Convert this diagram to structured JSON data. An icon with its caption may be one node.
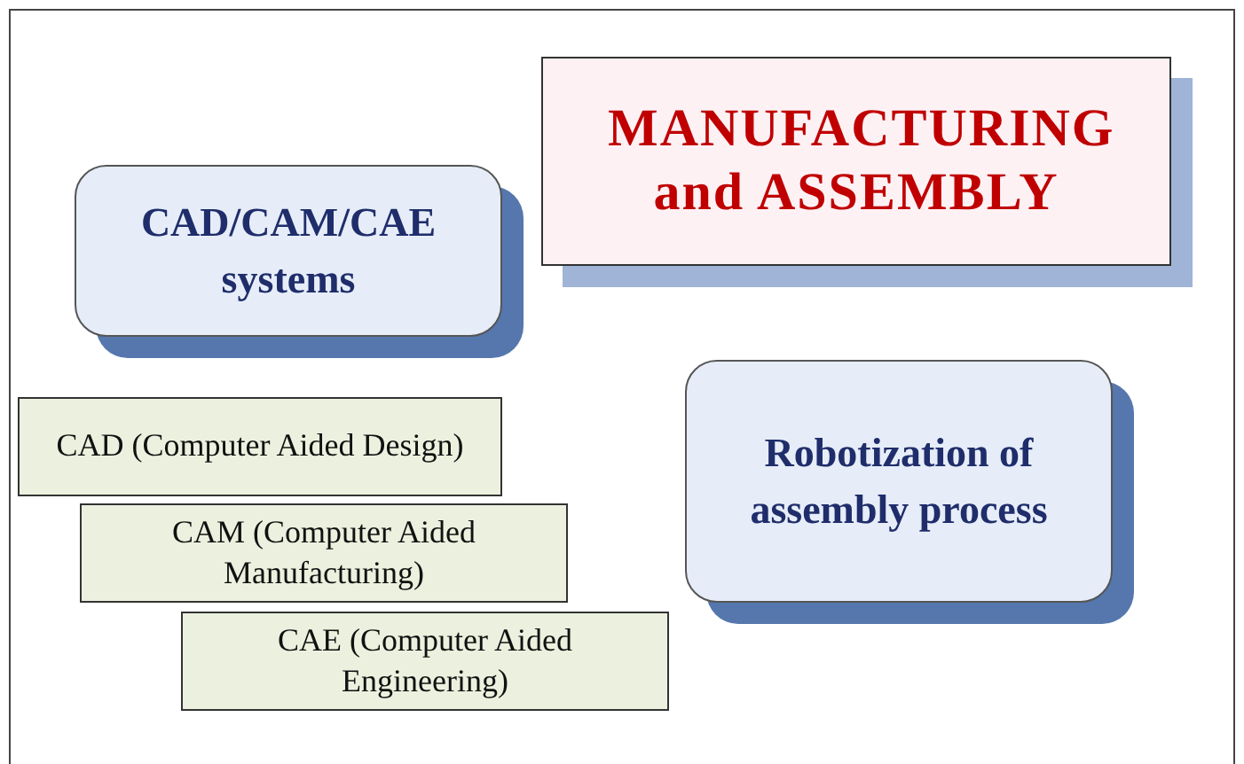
{
  "diagram": {
    "nodes": [
      {
        "text": [
          "MANUFACTURING and ASSEMBLY"
        ]
      },
      {
        "text": [
          "CAD/CAM/CAE systems"
        ]
      },
      {
        "text": [
          "CAD (Computer Aided Design)"
        ]
      },
      {
        "text": [
          "CAM (Computer Aided Manufacturing)"
        ]
      },
      {
        "text": [
          "CAE (Computer Aided Engineering)"
        ]
      },
      {
        "text": [
          "Robotization of assembly process"
        ]
      }
    ]
  }
}
